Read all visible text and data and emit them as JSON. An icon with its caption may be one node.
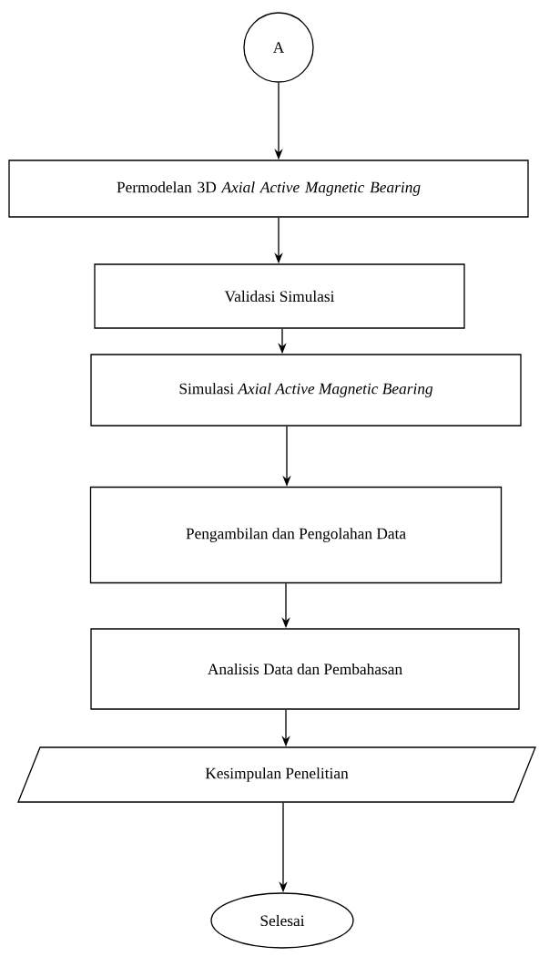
{
  "diagram": {
    "nodes": [
      {
        "text": [
          "A"
        ]
      },
      {
        "text": [
          "Permodelan 3D *Axial Active Magnetic Bearing*"
        ]
      },
      {
        "text": [
          "Validasi Simulasi"
        ]
      },
      {
        "text": [
          "Simulasi *Axial Active Magnetic Bearing*"
        ]
      },
      {
        "text": [
          "Pengambilan dan Pengolahan Data"
        ]
      },
      {
        "text": [
          "Analisis Data dan Pembahasan"
        ]
      },
      {
        "text": [
          "Kesimpulan Penelitian"
        ]
      },
      {
        "text": [
          "Selesai"
        ]
      }
    ],
    "edges": [
      {
        "from": 0,
        "to": 1,
        "arrow": "to"
      },
      {
        "from": 1,
        "to": 2,
        "arrow": "to"
      },
      {
        "from": 2,
        "to": 3,
        "arrow": "to"
      },
      {
        "from": 3,
        "to": 4,
        "arrow": "to"
      },
      {
        "from": 4,
        "to": 5,
        "arrow": "to"
      },
      {
        "from": 5,
        "to": 6,
        "arrow": "to"
      },
      {
        "from": 6,
        "to": 7,
        "arrow": "to"
      }
    ]
  }
}
